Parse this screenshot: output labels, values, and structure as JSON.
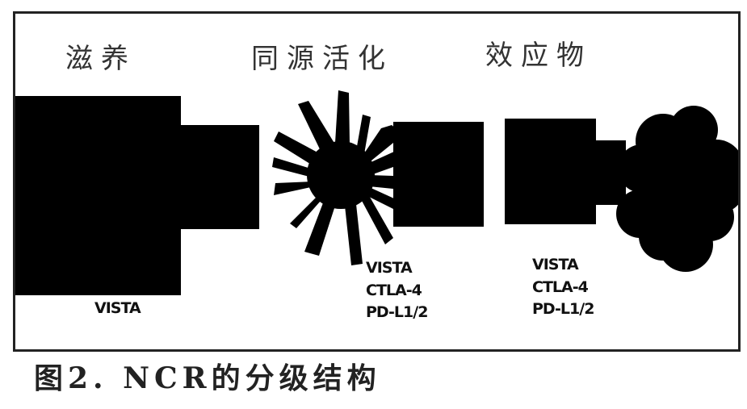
{
  "diagram": {
    "stages": [
      {
        "title": "滋养",
        "markers": [
          "VISTA"
        ]
      },
      {
        "title": "同源活化",
        "markers": [
          "VISTA",
          "CTLA-4",
          "PD-L1/2"
        ]
      },
      {
        "title": "效应物",
        "markers": [
          "VISTA",
          "CTLA-4",
          "PD-L1/2"
        ]
      }
    ],
    "caption": "图2. NCR的分级结构",
    "colors": {
      "shape_fill": "#000000",
      "frame_border": "#222222",
      "background": "#ffffff"
    }
  }
}
